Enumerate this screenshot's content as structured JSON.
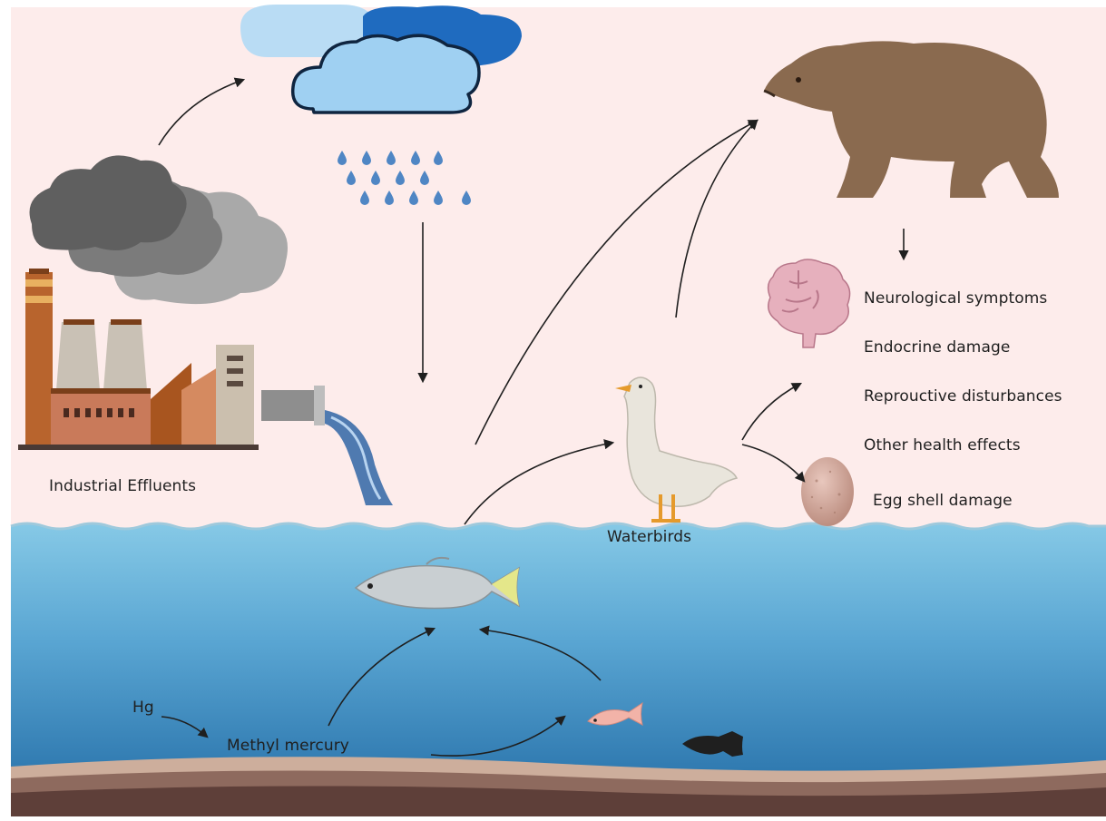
{
  "labels": {
    "industrial": "Industrial Effluents",
    "waterbirds": "Waterbirds",
    "hg": "Hg",
    "methyl": "Methyl mercury"
  },
  "effects": [
    "Neurological symptoms",
    "Endocrine damage",
    "Reprouctive disturbances",
    "Other health effects"
  ],
  "egg_label": "Egg shell damage",
  "colors": {
    "sky": "#fdeceb",
    "water_top": "#7fc6e3",
    "water_bottom": "#2f79b0",
    "sediment": "#cdae9c",
    "ground": "#6e4c45",
    "smoke": "#5f5f5f",
    "factory": "#c97a5a",
    "cloud": "#9fd0f2",
    "rain": "#5b8fc8",
    "bear": "#8a6a4f",
    "arrow": "#1f1f1f"
  }
}
